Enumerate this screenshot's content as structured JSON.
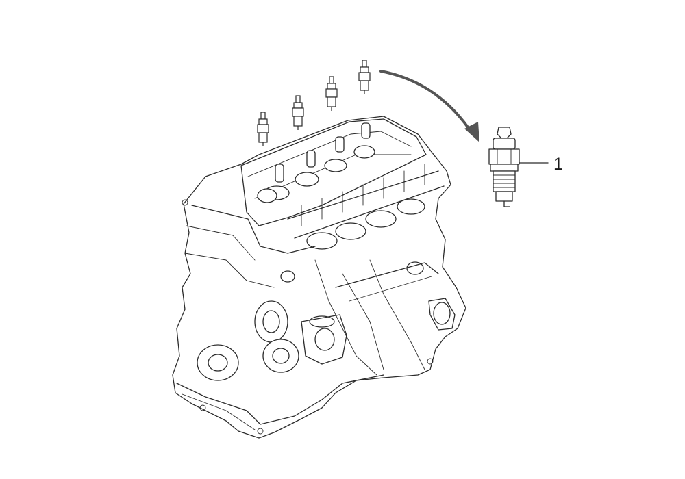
{
  "diagram": {
    "callout": {
      "number": "1",
      "target": "spark-plug"
    },
    "colors": {
      "line": "#2b2b2b",
      "arrow": "#555555",
      "background": "#ffffff"
    },
    "components": {
      "engine": "engine-block",
      "installed_plug_count": 4,
      "detail_part": "spark-plug"
    }
  }
}
